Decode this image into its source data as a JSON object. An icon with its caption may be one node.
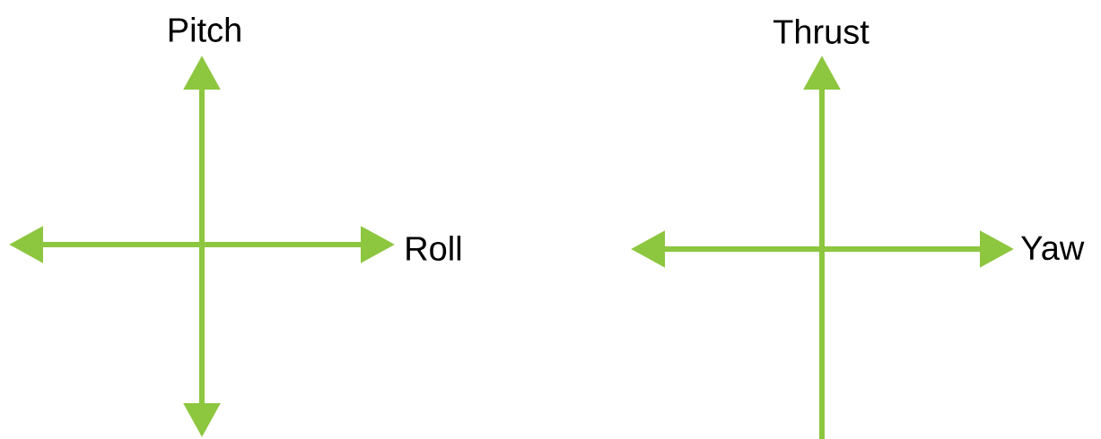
{
  "diagram": {
    "labels": [
      "Pitch",
      "Thrust",
      "Roll",
      "Yaw"
    ]
  }
}
